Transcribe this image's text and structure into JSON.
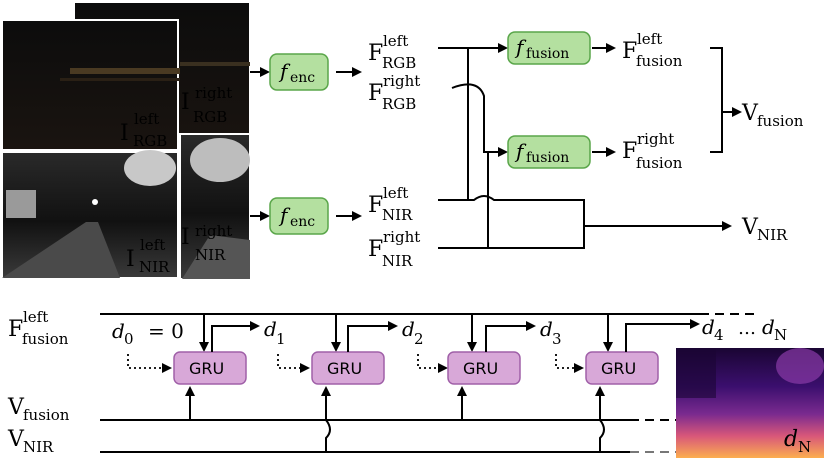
{
  "top": {
    "images": {
      "rgb_left": {
        "main": "I",
        "sup": "left",
        "sub": "RGB"
      },
      "rgb_right": {
        "main": "I",
        "sup": "right",
        "sub": "RGB"
      },
      "nir_left": {
        "main": "I",
        "sup": "left",
        "sub": "NIR"
      },
      "nir_right": {
        "main": "I",
        "sup": "right",
        "sub": "NIR"
      }
    },
    "encoder": {
      "main": "f",
      "sub": "enc"
    },
    "features": {
      "rgb_left": {
        "main": "F",
        "sup": "left",
        "sub": "RGB"
      },
      "rgb_right": {
        "main": "F",
        "sup": "right",
        "sub": "RGB"
      },
      "nir_left": {
        "main": "F",
        "sup": "left",
        "sub": "NIR"
      },
      "nir_right": {
        "main": "F",
        "sup": "right",
        "sub": "NIR"
      }
    },
    "fusion_box": {
      "main": "f",
      "sub": "fusion"
    },
    "fused": {
      "left": {
        "main": "F",
        "sup": "left",
        "sub": "fusion"
      },
      "right": {
        "main": "F",
        "sup": "right",
        "sub": "fusion"
      }
    },
    "v_fusion": {
      "main": "V",
      "sub": "fusion"
    },
    "v_nir": {
      "main": "V",
      "sub": "NIR"
    }
  },
  "bottom": {
    "f_fusion_left": {
      "main": "F",
      "sup": "left",
      "sub": "fusion"
    },
    "v_fusion": {
      "main": "V",
      "sub": "fusion"
    },
    "v_nir": {
      "main": "V",
      "sub": "NIR"
    },
    "gru_label": "GRU",
    "d0": {
      "main": "d",
      "sub": "0",
      "eq": "= 0"
    },
    "d1": {
      "main": "d",
      "sub": "1"
    },
    "d2": {
      "main": "d",
      "sub": "2"
    },
    "d3": {
      "main": "d",
      "sub": "3"
    },
    "d4": {
      "main": "d",
      "sub": "4"
    },
    "dN_ellipsis": "…",
    "dN": {
      "main": "d",
      "sub": "N"
    },
    "dN_image": {
      "main": "d",
      "sub": "N"
    }
  },
  "colors": {
    "box_fill": "#b4e0a0",
    "box_stroke": "#5aa64a",
    "gru_fill": "#d8a8d8",
    "gru_stroke": "#a060a8"
  }
}
